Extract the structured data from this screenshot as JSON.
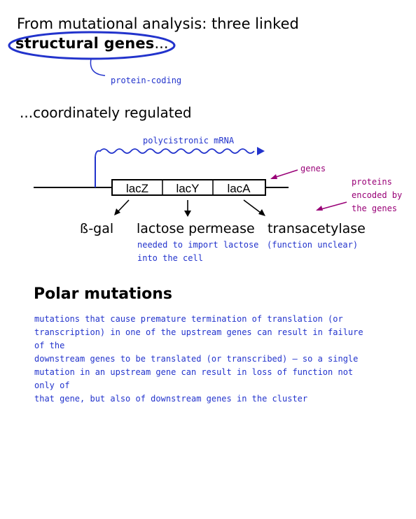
{
  "header": {
    "line1": "From mutational analysis: three linked",
    "structural_genes": "structural genes",
    "ellipsis": "...",
    "callout": "protein-coding",
    "line2": "...coordinately regulated"
  },
  "diagram": {
    "mrna_label": "polycistronic mRNA",
    "genes_label": "genes",
    "proteins_label_lines": [
      "proteins",
      "encoded by",
      "the genes"
    ],
    "genes": [
      "lacZ",
      "lacY",
      "lacA"
    ],
    "products": [
      "ß-gal",
      "lactose permease",
      "transacetylase"
    ],
    "notes": {
      "permease": [
        "needed to import lactose",
        "into the cell"
      ],
      "transacetylase": "(function unclear)"
    }
  },
  "polar": {
    "title": "Polar mutations",
    "lines": [
      "mutations that cause premature termination of translation (or",
      "transcription) in one of the upstream genes can result in failure of the",
      "downstream genes to be translated (or transcribed) — so a single",
      "mutation in an upstream gene can result in loss of function not only of",
      "that gene, but also of downstream genes in the cluster"
    ]
  },
  "colors": {
    "annotation": "#2233cc",
    "gene_annotation": "#990077"
  }
}
